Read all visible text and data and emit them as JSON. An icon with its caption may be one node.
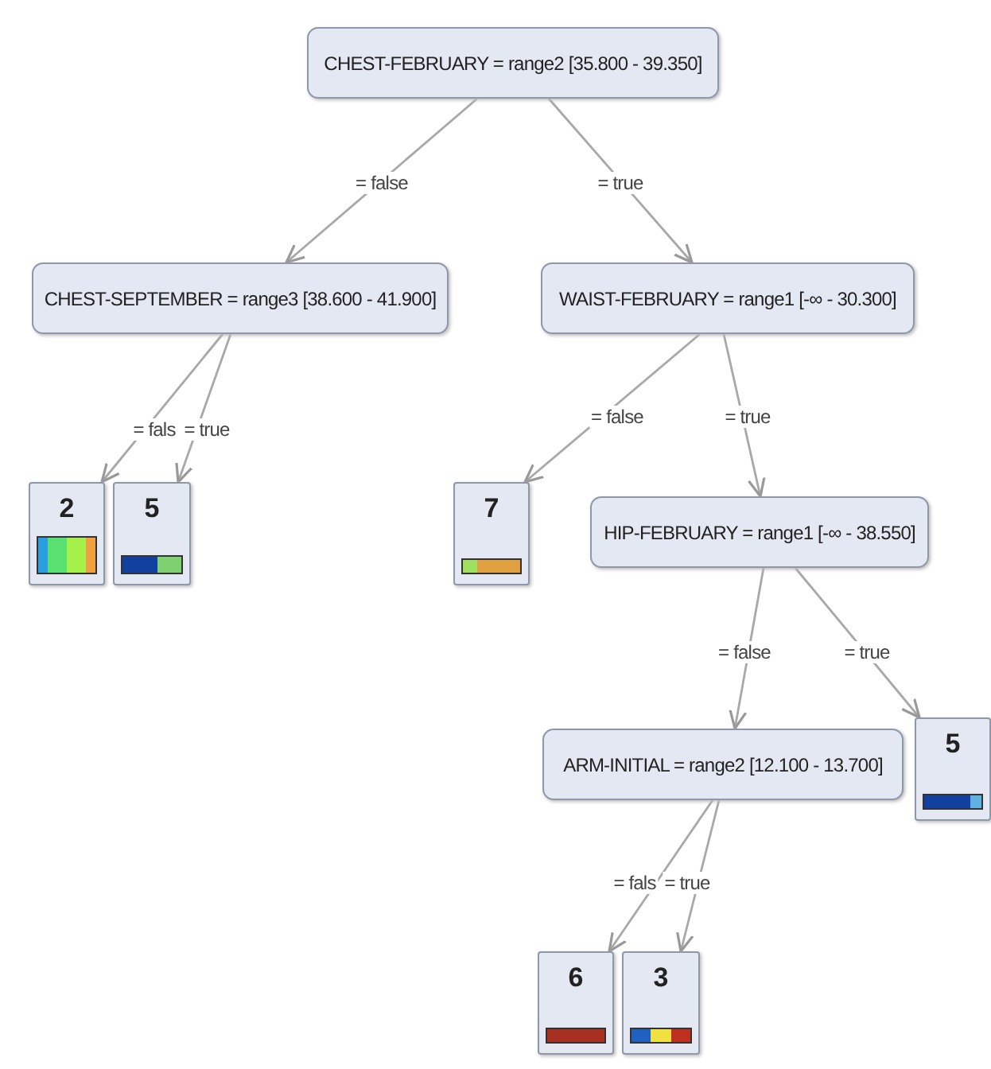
{
  "diagram": {
    "nodes": [
      {
        "text": [
          "CHEST-FEBRUARY = range2 [35.800 - 39.350]"
        ]
      },
      {
        "text": [
          "CHEST-SEPTEMBER = range3 [38.600 - 41.900]"
        ]
      },
      {
        "text": [
          "WAIST-FEBRUARY = range1 [-∞ - 30.300]"
        ]
      },
      {
        "text": [
          "2"
        ]
      },
      {
        "text": [
          "5"
        ]
      },
      {
        "text": [
          "7"
        ]
      },
      {
        "text": [
          "HIP-FEBRUARY = range1 [-∞ - 38.550]"
        ]
      },
      {
        "text": [
          "ARM-INITIAL = range2 [12.100 - 13.700]"
        ]
      },
      {
        "text": [
          "5"
        ]
      },
      {
        "text": [
          "6"
        ]
      },
      {
        "text": [
          "3"
        ]
      }
    ],
    "edges": [
      {
        "from": 0,
        "to": 1,
        "arrow": "to",
        "label": "= false"
      },
      {
        "from": 0,
        "to": 2,
        "arrow": "to",
        "label": "= true"
      },
      {
        "from": 1,
        "to": 3,
        "arrow": "to",
        "label": "= fals"
      },
      {
        "from": 1,
        "to": 4,
        "arrow": "to",
        "label": "= true"
      },
      {
        "from": 2,
        "to": 5,
        "arrow": "to",
        "label": "= false"
      },
      {
        "from": 2,
        "to": 6,
        "arrow": "to",
        "label": "= true"
      },
      {
        "from": 6,
        "to": 7,
        "arrow": "to",
        "label": "= false"
      },
      {
        "from": 6,
        "to": 8,
        "arrow": "to",
        "label": "= true"
      },
      {
        "from": 7,
        "to": 9,
        "arrow": "to",
        "label": "= fals"
      },
      {
        "from": 7,
        "to": 10,
        "arrow": "to",
        "label": "= true"
      }
    ]
  }
}
